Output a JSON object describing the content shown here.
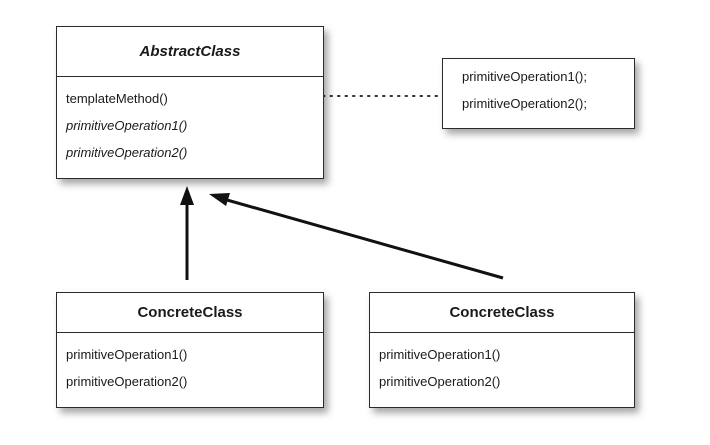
{
  "abstract_class": {
    "name": "AbstractClass",
    "methods": [
      "templateMethod()",
      "primitiveOperation1()",
      "primitiveOperation2()"
    ]
  },
  "note": {
    "lines": [
      "primitiveOperation1();",
      "primitiveOperation2();"
    ]
  },
  "concrete_classes": [
    {
      "name": "ConcreteClass",
      "methods": [
        "primitiveOperation1()",
        "primitiveOperation2()"
      ]
    },
    {
      "name": "ConcreteClass",
      "methods": [
        "primitiveOperation1()",
        "primitiveOperation2()"
      ]
    }
  ]
}
